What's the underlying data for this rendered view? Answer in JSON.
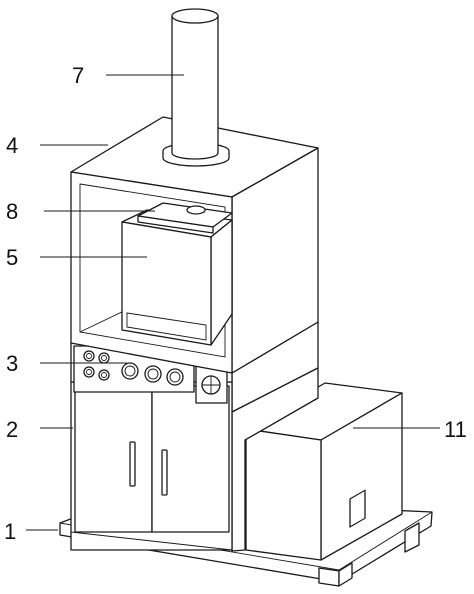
{
  "labels": {
    "base": "1",
    "cabinet": "2",
    "control_panel": "3",
    "housing": "4",
    "chamber": "5",
    "chimney": "7",
    "top_plate": "8",
    "side_box": "11"
  },
  "colors": {
    "line": "#1a1a1a",
    "fill": "#ffffff"
  }
}
